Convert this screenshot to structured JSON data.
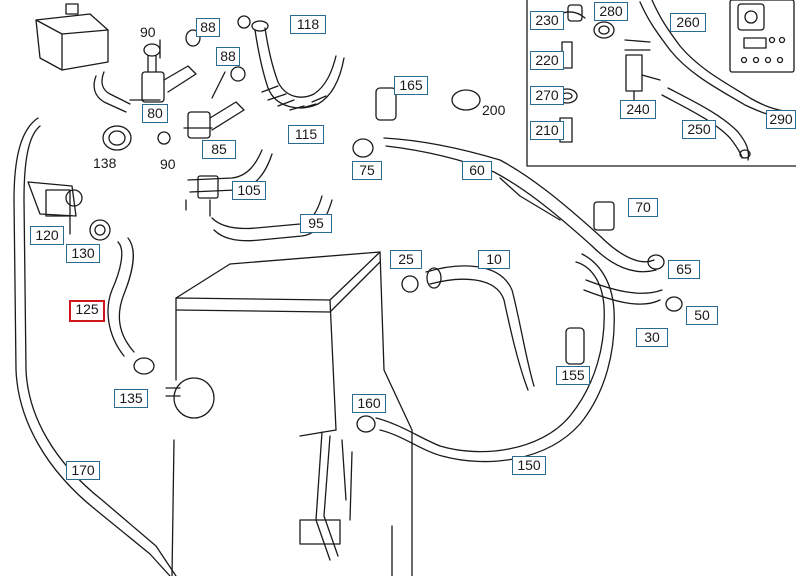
{
  "labels": {
    "p10": "10",
    "p25": "25",
    "p30": "30",
    "p50": "50",
    "p60": "60",
    "p65": "65",
    "p70": "70",
    "p75": "75",
    "p80": "80",
    "p85": "85",
    "p88a": "88",
    "p88b": "88",
    "p95": "95",
    "p105": "105",
    "p115": "115",
    "p118": "118",
    "p120": "120",
    "p125": "125",
    "p130": "130",
    "p135": "135",
    "p150": "150",
    "p155": "155",
    "p160": "160",
    "p165": "165",
    "p170": "170",
    "p210": "210",
    "p220": "220",
    "p230": "230",
    "p240": "240",
    "p250": "250",
    "p260": "260",
    "p270": "270",
    "p280": "280",
    "p290": "290"
  },
  "plain_labels": {
    "p90a": "90",
    "p90b": "90",
    "p138": "138",
    "p200": "200"
  },
  "selected_part": "125",
  "colors": {
    "label_border": "#2a6b93",
    "selected_border": "#d0161b",
    "line": "#1a1a1a"
  }
}
